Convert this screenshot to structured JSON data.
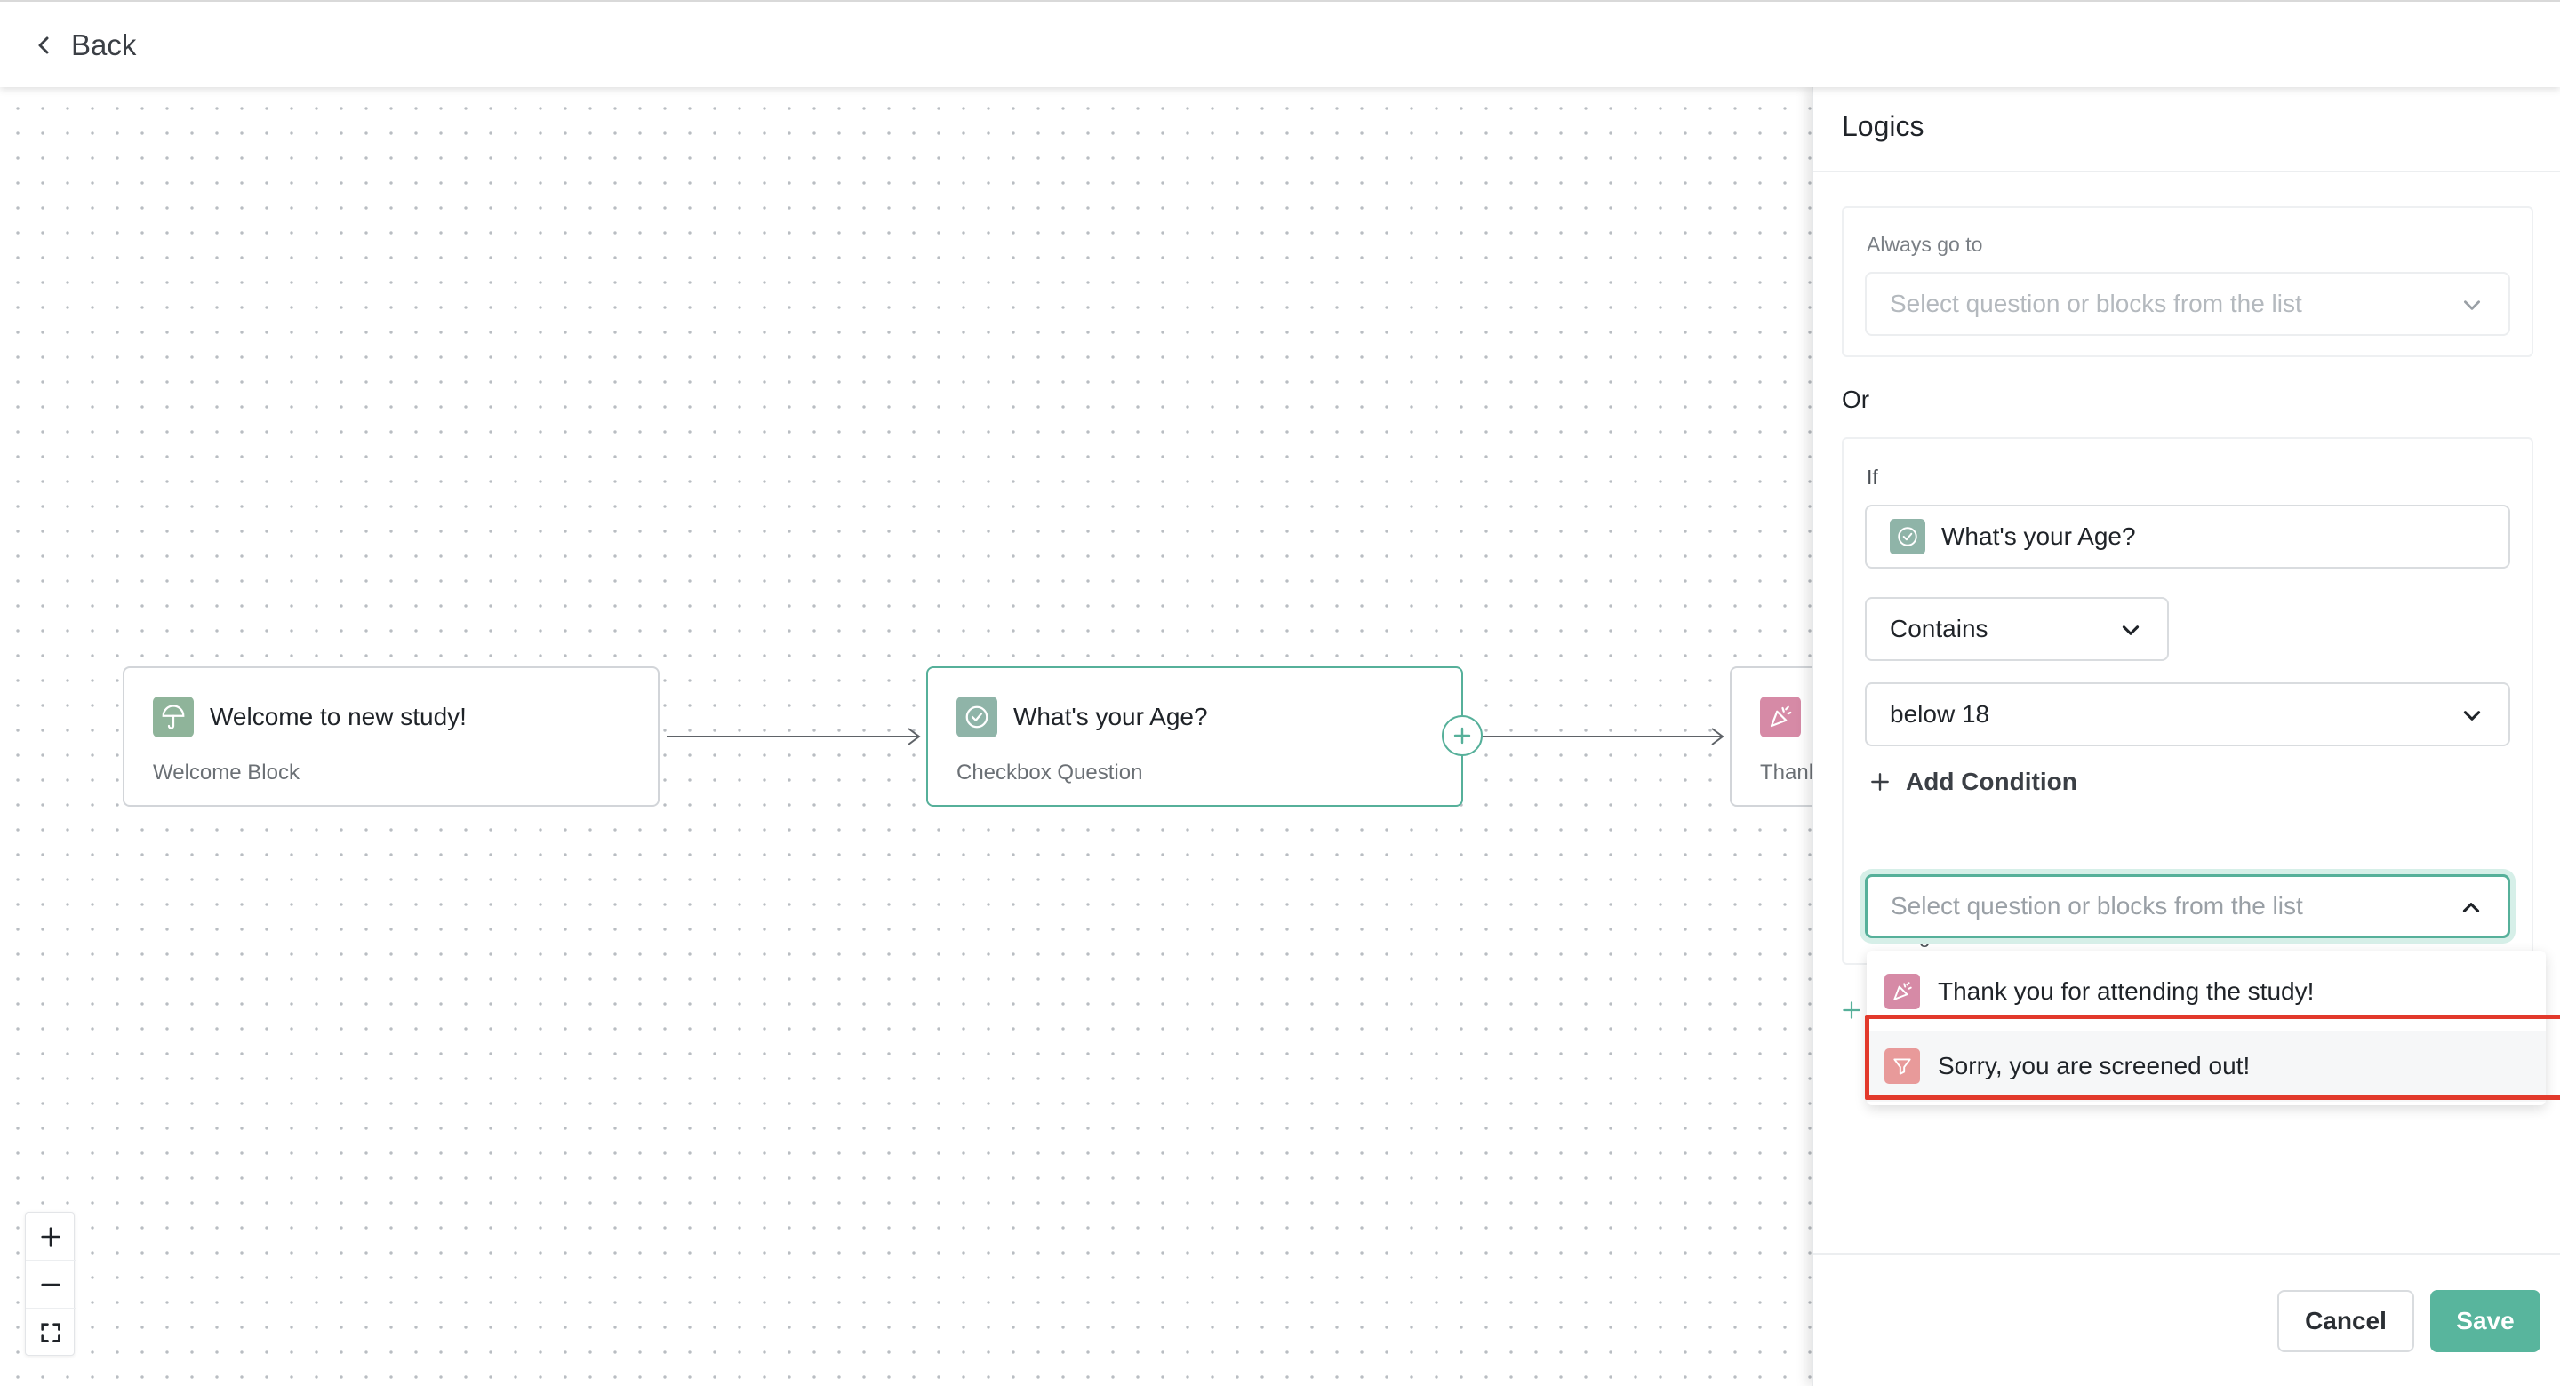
{
  "topbar": {
    "back_label": "Back"
  },
  "canvas": {
    "nodes": [
      {
        "title": "Welcome to new study!",
        "subtitle": "Welcome Block",
        "icon": "umbrella-icon",
        "icon_color": "#8fb49a"
      },
      {
        "title": "What's your Age?",
        "subtitle": "Checkbox Question",
        "icon": "check-circle-icon",
        "icon_color": "#8fb4a8"
      },
      {
        "title": "",
        "subtitle": "Thank",
        "icon": "party-popper-icon",
        "icon_color": "#d68aa6"
      }
    ],
    "zoom_controls": [
      "zoom-in-icon",
      "zoom-out-icon",
      "fit-view-icon"
    ]
  },
  "panel": {
    "title": "Logics",
    "always": {
      "label": "Always go to",
      "placeholder": "Select question or blocks from the list"
    },
    "or_label": "Or",
    "condition": {
      "if_label": "If",
      "question": "What's your Age?",
      "operator": "Contains",
      "value": "below 18",
      "add_condition_label": "Add Condition",
      "then_label": "Then go to",
      "then_placeholder": "Select question or blocks from the list"
    },
    "dropdown_options": [
      {
        "label": "Thank you for attending the study!",
        "icon": "party-popper-icon",
        "icon_color": "#d68aa6"
      },
      {
        "label": "Sorry, you are screened out!",
        "icon": "filter-icon",
        "icon_color": "#e89a9a"
      }
    ],
    "buttons": {
      "cancel": "Cancel",
      "save": "Save"
    }
  },
  "colors": {
    "accent": "#58b59d",
    "highlight": "#e2392b"
  }
}
